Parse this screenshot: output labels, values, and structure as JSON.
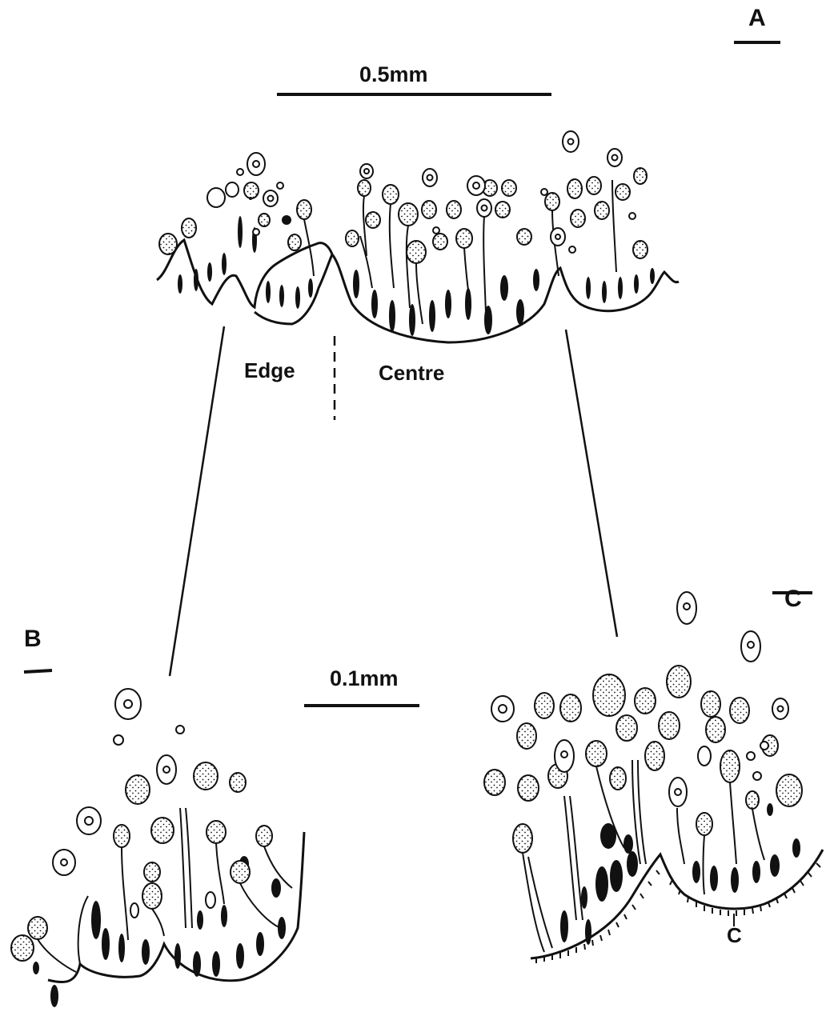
{
  "figure": {
    "panels": {
      "a": {
        "letter": "A"
      },
      "b": {
        "letter": "B"
      },
      "c": {
        "letter": "C"
      }
    },
    "scale_bars": {
      "top": {
        "label": "0.5mm"
      },
      "bottom": {
        "label": "0.1mm"
      }
    },
    "regions": {
      "edge": "Edge",
      "centre": "Centre"
    },
    "annotations": {
      "c_marker": "C"
    },
    "colors": {
      "ink": "#111111",
      "paper": "#ffffff"
    }
  }
}
